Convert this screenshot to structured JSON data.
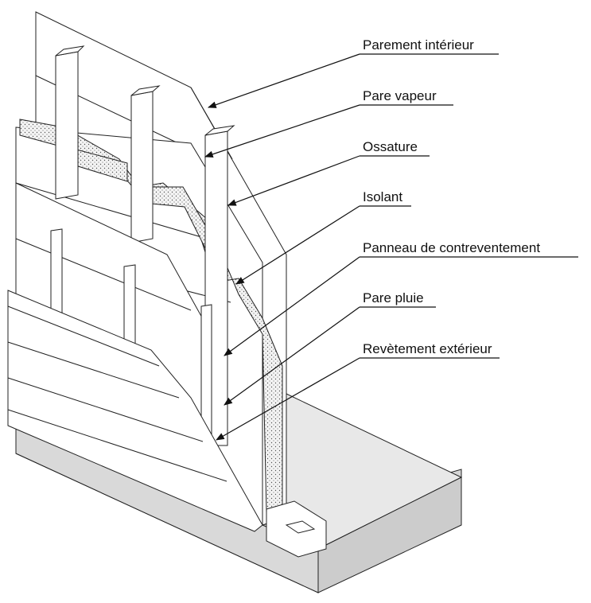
{
  "colors": {
    "stroke": "#111111",
    "panel": "#ffffff",
    "concrete_top": "#e6e6e6",
    "concrete_side": "#d2d2d2",
    "insulation": "#eeeeee"
  },
  "labels": [
    {
      "key": "interior_facing",
      "text": "Parement intérieur"
    },
    {
      "key": "vapour_barrier",
      "text": "Pare vapeur"
    },
    {
      "key": "framing",
      "text": "Ossature"
    },
    {
      "key": "insulation",
      "text": "Isolant"
    },
    {
      "key": "bracing_panel",
      "text": "Panneau de contreventement"
    },
    {
      "key": "rain_barrier",
      "text": "Pare pluie"
    },
    {
      "key": "exterior_cladding",
      "text": "Revètement extérieur"
    }
  ]
}
